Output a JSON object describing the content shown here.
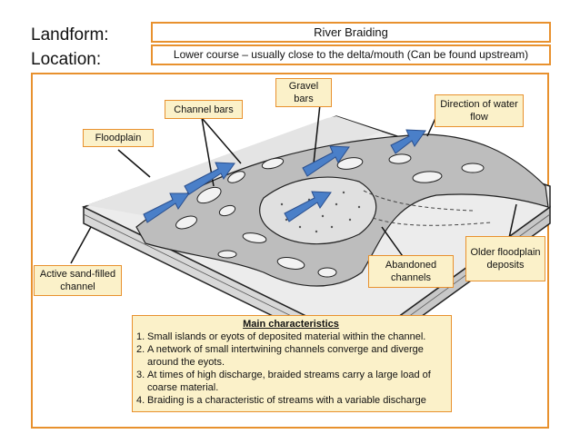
{
  "header": {
    "landform_label": "Landform:",
    "location_label": "Location:",
    "landform_value": "River Braiding",
    "location_value": "Lower course – usually close to the delta/mouth (Can be found upstream)"
  },
  "labels": {
    "floodplain": "Floodplain",
    "channel_bars": "Channel bars",
    "gravel_bars": "Gravel bars",
    "direction_of_flow": "Direction of water flow",
    "older_floodplain": "Older floodplain deposits",
    "abandoned_channels": "Abandoned channels",
    "active_channel": "Active sand-filled channel"
  },
  "characteristics": {
    "title": "Main characteristics",
    "items": [
      {
        "num": "1.",
        "text": "Small islands or eyots of deposited material within the channel."
      },
      {
        "num": "2.",
        "text": "A network of small intertwining channels converge and diverge around the eyots."
      },
      {
        "num": "3.",
        "text": "At times of high discharge, braided streams carry a large load of coarse material."
      },
      {
        "num": "4.",
        "text": "Braiding is a characteristic of streams with a variable discharge"
      }
    ]
  },
  "colors": {
    "accent_border": "#e8912e",
    "label_fill": "#fbf1c9",
    "arrow_fill": "#4a7fc8"
  }
}
